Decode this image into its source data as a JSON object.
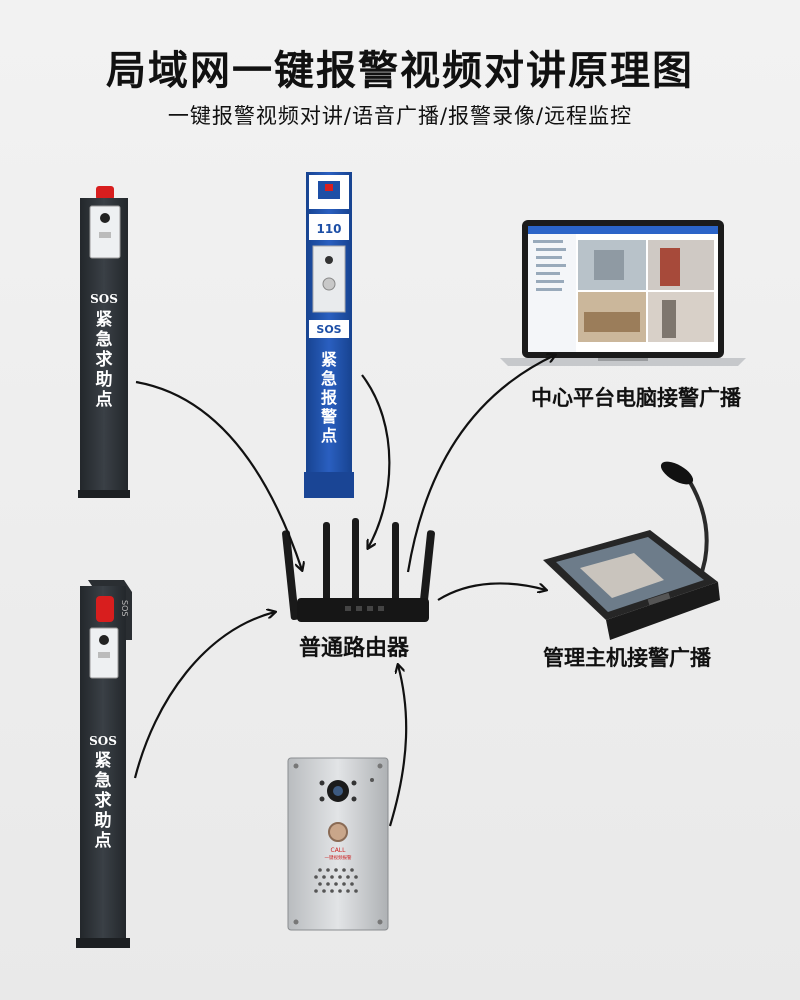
{
  "title": "局域网一键报警视频对讲原理图",
  "subtitle": "一键报警视频对讲/语音广播/报警录像/远程监控",
  "column_left_top": {
    "sos": "SOS",
    "chars": [
      "紧",
      "急",
      "求",
      "助",
      "点"
    ]
  },
  "column_left_bottom": {
    "sos": "SOS",
    "side_sos": "SOS",
    "chars": [
      "紧",
      "急",
      "求",
      "助",
      "点"
    ]
  },
  "column_blue": {
    "number": "110",
    "sos": "SOS",
    "chars": [
      "紧",
      "急",
      "报",
      "警",
      "点"
    ]
  },
  "panel": {
    "call": "CALL",
    "caption": "一键视频报警"
  },
  "router": {
    "label": "普通路由器"
  },
  "laptop": {
    "label": "中心平台电脑接警广播"
  },
  "host": {
    "label": "管理主机接警广播"
  },
  "colors": {
    "post_dark": "#2e3338",
    "blue": "#1d4fa6",
    "alarm_red": "#d81e1e",
    "arrow": "#111111"
  }
}
